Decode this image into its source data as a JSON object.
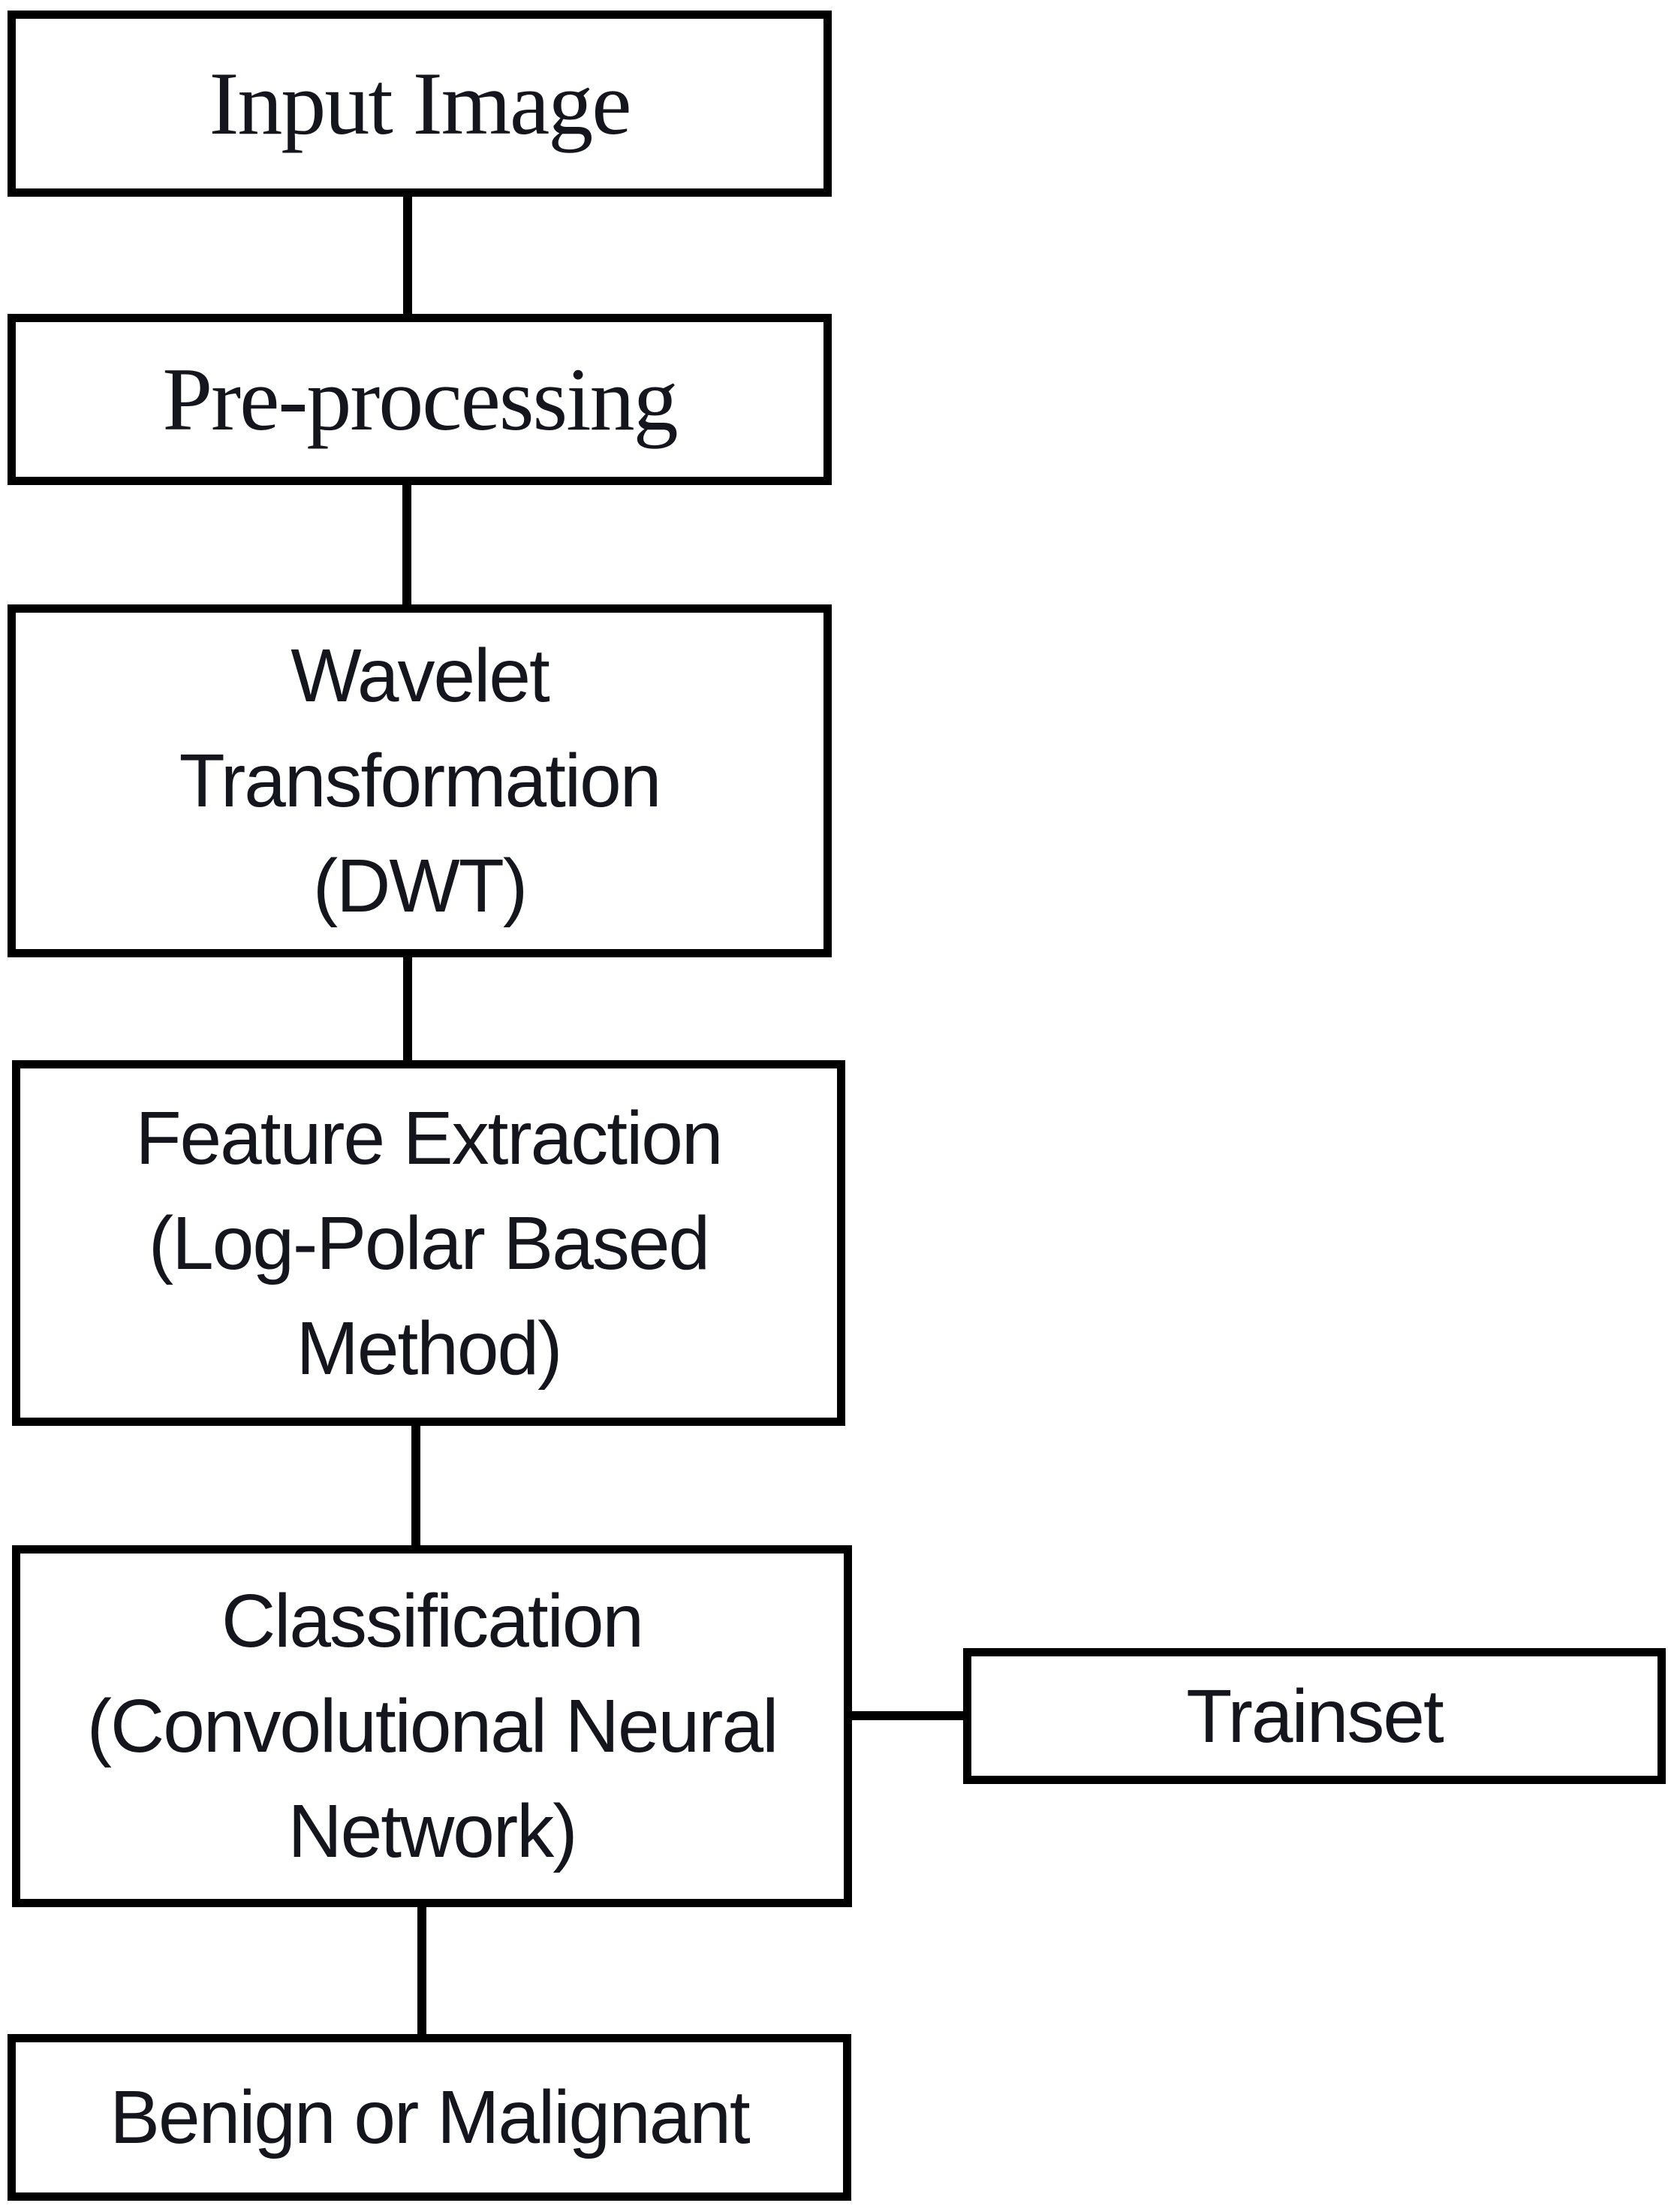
{
  "colors": {
    "background": "#ffffff",
    "box_border": "#000000",
    "connector": "#000000",
    "text": "#15151d"
  },
  "nodes": [
    {
      "id": "input-image",
      "label": "Input Image"
    },
    {
      "id": "pre-processing",
      "label": "Pre-processing"
    },
    {
      "id": "wavelet-transformation",
      "label": "Wavelet Transformation (DWT)",
      "lines": [
        "Wavelet",
        "Transformation",
        "(DWT)"
      ]
    },
    {
      "id": "feature-extraction",
      "label": "Feature Extraction (Log-Polar Based Method)",
      "lines": [
        "Feature Extraction",
        "(Log-Polar Based",
        "Method)"
      ]
    },
    {
      "id": "classification",
      "label": "Classification (Convolutional Neural Network)",
      "lines": [
        "Classification",
        "(Convolutional Neural",
        "Network)"
      ]
    },
    {
      "id": "trainset",
      "label": "Trainset"
    },
    {
      "id": "benign-or-malignant",
      "label": "Benign or Malignant"
    }
  ],
  "edges": [
    {
      "from": "input-image",
      "to": "pre-processing",
      "direction": "down"
    },
    {
      "from": "pre-processing",
      "to": "wavelet-transformation",
      "direction": "down"
    },
    {
      "from": "wavelet-transformation",
      "to": "feature-extraction",
      "direction": "down"
    },
    {
      "from": "feature-extraction",
      "to": "classification",
      "direction": "down"
    },
    {
      "from": "classification",
      "to": "trainset",
      "direction": "right"
    },
    {
      "from": "classification",
      "to": "benign-or-malignant",
      "direction": "down"
    }
  ]
}
